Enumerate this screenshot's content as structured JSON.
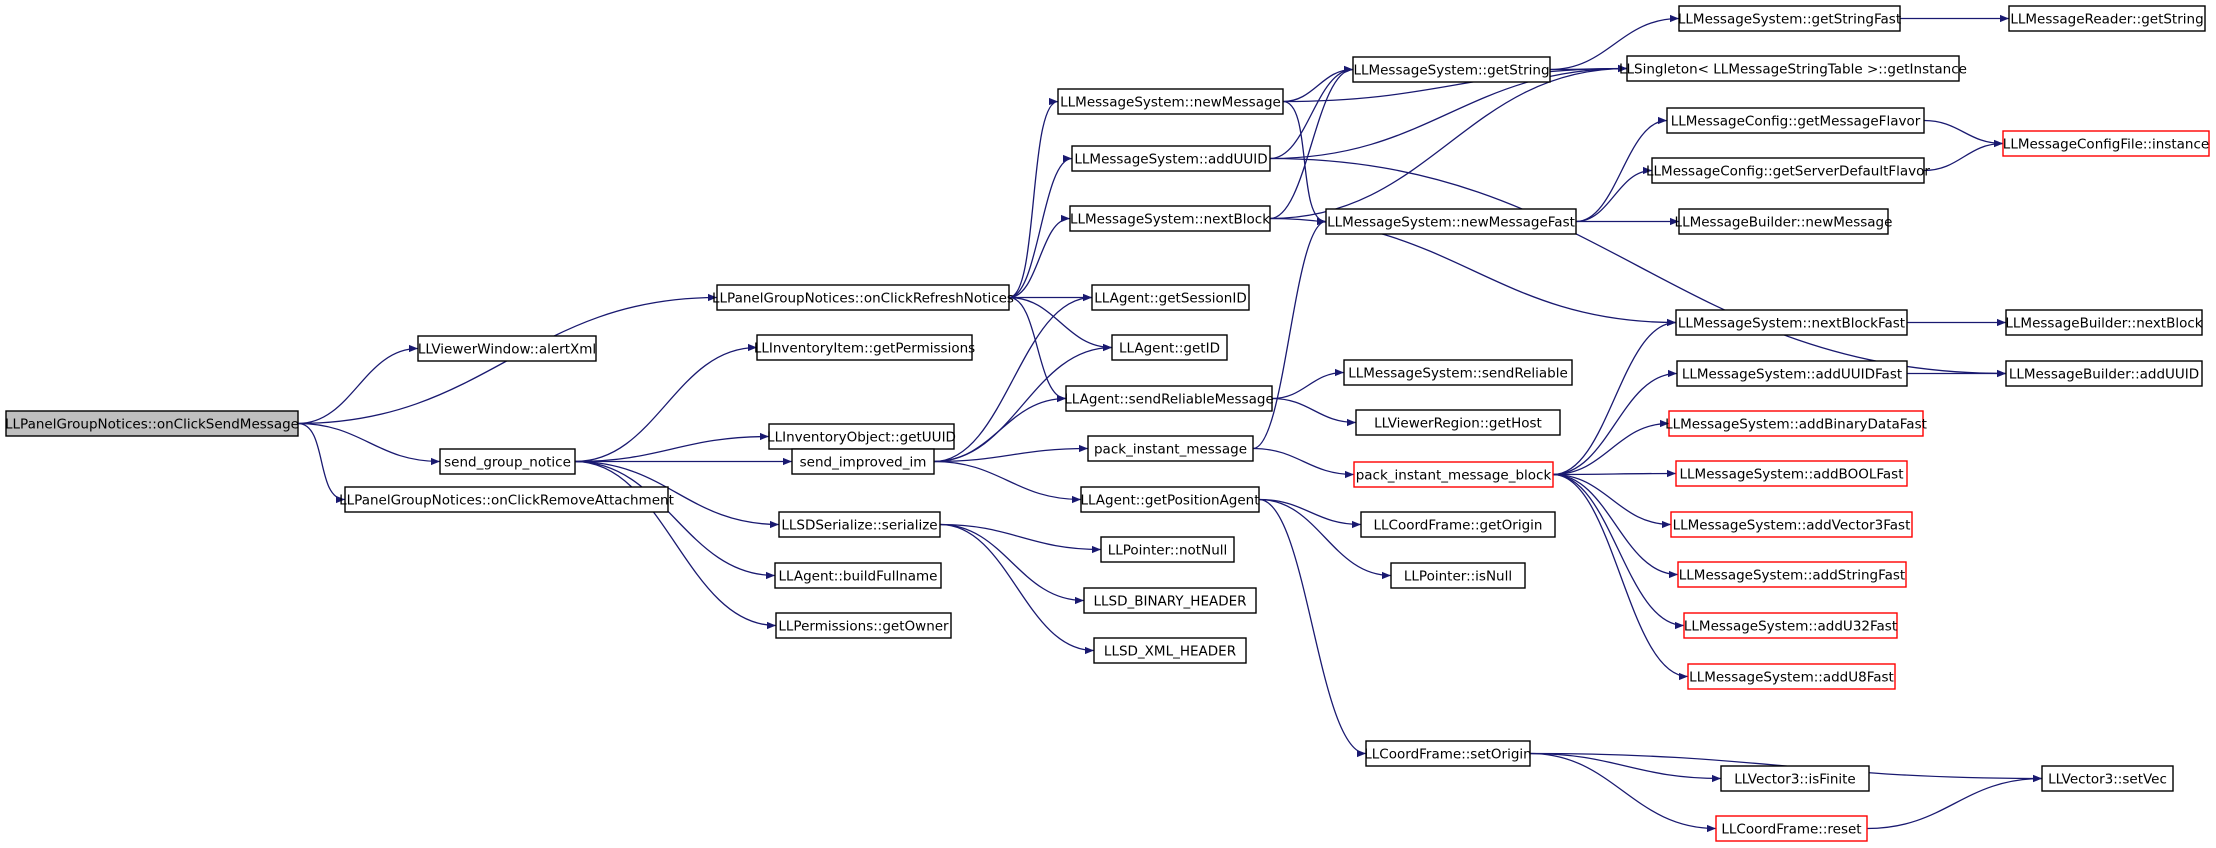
{
  "diagram": {
    "type": "call-graph",
    "colors": {
      "edge": "#191970",
      "root_fill": "#bfbfbf",
      "truncated_border": "#ff0000",
      "node_border": "#000000"
    },
    "nodes": [
      {
        "id": "root",
        "label": "LLPanelGroupNotices::onClickSendMessage",
        "root": true
      },
      {
        "id": "alertXml",
        "label": "LLViewerWindow::alertXml"
      },
      {
        "id": "refresh",
        "label": "LLPanelGroupNotices::onClickRefreshNotices"
      },
      {
        "id": "sgn",
        "label": "send_group_notice"
      },
      {
        "id": "removeAtt",
        "label": "LLPanelGroupNotices::onClickRemoveAttachment"
      },
      {
        "id": "getPerms",
        "label": "LLInventoryItem::getPermissions"
      },
      {
        "id": "getUUIDObj",
        "label": "LLInventoryObject::getUUID"
      },
      {
        "id": "sim",
        "label": "send_improved_im"
      },
      {
        "id": "serialize",
        "label": "LLSDSerialize::serialize"
      },
      {
        "id": "buildFullname",
        "label": "LLAgent::buildFullname"
      },
      {
        "id": "getOwner",
        "label": "LLPermissions::getOwner"
      },
      {
        "id": "newMessage",
        "label": "LLMessageSystem::newMessage"
      },
      {
        "id": "addUUID",
        "label": "LLMessageSystem::addUUID"
      },
      {
        "id": "nextBlock",
        "label": "LLMessageSystem::nextBlock"
      },
      {
        "id": "getSessionID",
        "label": "LLAgent::getSessionID"
      },
      {
        "id": "getID",
        "label": "LLAgent::getID"
      },
      {
        "id": "sendRel",
        "label": "LLAgent::sendReliableMessage"
      },
      {
        "id": "pim",
        "label": "pack_instant_message"
      },
      {
        "id": "getPosAgent",
        "label": "LLAgent::getPositionAgent"
      },
      {
        "id": "notNull",
        "label": "LLPointer::notNull"
      },
      {
        "id": "binHeader",
        "label": "LLSD_BINARY_HEADER"
      },
      {
        "id": "xmlHeader",
        "label": "LLSD_XML_HEADER"
      },
      {
        "id": "getString",
        "label": "LLMessageSystem::getString"
      },
      {
        "id": "nmFast",
        "label": "LLMessageSystem::newMessageFast"
      },
      {
        "id": "msSendRel",
        "label": "LLMessageSystem::sendReliable"
      },
      {
        "id": "getHost",
        "label": "LLViewerRegion::getHost"
      },
      {
        "id": "pimb",
        "label": "pack_instant_message_block",
        "truncated": true
      },
      {
        "id": "getOrigin",
        "label": "LLCoordFrame::getOrigin"
      },
      {
        "id": "isNull",
        "label": "LLPointer::isNull"
      },
      {
        "id": "setOrigin",
        "label": "LLCoordFrame::setOrigin"
      },
      {
        "id": "gsFast",
        "label": "LLMessageSystem::getStringFast"
      },
      {
        "id": "singleton",
        "label": "LLSingleton< LLMessageStringTable >::getInstance"
      },
      {
        "id": "gmFlavor",
        "label": "LLMessageConfig::getMessageFlavor"
      },
      {
        "id": "gsdFlavor",
        "label": "LLMessageConfig::getServerDefaultFlavor"
      },
      {
        "id": "mbNewMsg",
        "label": "LLMessageBuilder::newMessage"
      },
      {
        "id": "nbFast",
        "label": "LLMessageSystem::nextBlockFast"
      },
      {
        "id": "auFast",
        "label": "LLMessageSystem::addUUIDFast"
      },
      {
        "id": "abdFast",
        "label": "LLMessageSystem::addBinaryDataFast",
        "truncated": true
      },
      {
        "id": "aboolFast",
        "label": "LLMessageSystem::addBOOLFast",
        "truncated": true
      },
      {
        "id": "av3Fast",
        "label": "LLMessageSystem::addVector3Fast",
        "truncated": true
      },
      {
        "id": "asFast",
        "label": "LLMessageSystem::addStringFast",
        "truncated": true
      },
      {
        "id": "au32Fast",
        "label": "LLMessageSystem::addU32Fast",
        "truncated": true
      },
      {
        "id": "au8Fast",
        "label": "LLMessageSystem::addU8Fast",
        "truncated": true
      },
      {
        "id": "isFinite",
        "label": "LLVector3::isFinite"
      },
      {
        "id": "reset",
        "label": "LLCoordFrame::reset",
        "truncated": true
      },
      {
        "id": "readerGetString",
        "label": "LLMessageReader::getString"
      },
      {
        "id": "configInstance",
        "label": "LLMessageConfigFile::instance",
        "truncated": true
      },
      {
        "id": "mbNextBlock",
        "label": "LLMessageBuilder::nextBlock"
      },
      {
        "id": "mbAddUUID",
        "label": "LLMessageBuilder::addUUID"
      },
      {
        "id": "setVec",
        "label": "LLVector3::setVec"
      }
    ],
    "edges": [
      [
        "root",
        "alertXml"
      ],
      [
        "root",
        "refresh"
      ],
      [
        "root",
        "sgn"
      ],
      [
        "root",
        "removeAtt"
      ],
      [
        "sgn",
        "getPerms"
      ],
      [
        "sgn",
        "getUUIDObj"
      ],
      [
        "sgn",
        "sim"
      ],
      [
        "sgn",
        "serialize"
      ],
      [
        "sgn",
        "buildFullname"
      ],
      [
        "sgn",
        "getOwner"
      ],
      [
        "refresh",
        "newMessage"
      ],
      [
        "refresh",
        "addUUID"
      ],
      [
        "refresh",
        "nextBlock"
      ],
      [
        "refresh",
        "getSessionID"
      ],
      [
        "refresh",
        "getID"
      ],
      [
        "refresh",
        "sendRel"
      ],
      [
        "sim",
        "getSessionID"
      ],
      [
        "sim",
        "getID"
      ],
      [
        "sim",
        "sendRel"
      ],
      [
        "sim",
        "pim"
      ],
      [
        "sim",
        "getPosAgent"
      ],
      [
        "serialize",
        "notNull"
      ],
      [
        "serialize",
        "binHeader"
      ],
      [
        "serialize",
        "xmlHeader"
      ],
      [
        "newMessage",
        "getString"
      ],
      [
        "newMessage",
        "singleton"
      ],
      [
        "newMessage",
        "nmFast"
      ],
      [
        "addUUID",
        "getString"
      ],
      [
        "addUUID",
        "singleton"
      ],
      [
        "addUUID",
        "mbAddUUID"
      ],
      [
        "nextBlock",
        "getString"
      ],
      [
        "nextBlock",
        "singleton"
      ],
      [
        "nextBlock",
        "nbFast"
      ],
      [
        "sendRel",
        "msSendRel"
      ],
      [
        "sendRel",
        "getHost"
      ],
      [
        "pim",
        "nmFast"
      ],
      [
        "pim",
        "pimb"
      ],
      [
        "getPosAgent",
        "getOrigin"
      ],
      [
        "getPosAgent",
        "isNull"
      ],
      [
        "getPosAgent",
        "setOrigin"
      ],
      [
        "getString",
        "gsFast"
      ],
      [
        "getString",
        "singleton"
      ],
      [
        "gsFast",
        "readerGetString"
      ],
      [
        "nmFast",
        "gmFlavor"
      ],
      [
        "nmFast",
        "gsdFlavor"
      ],
      [
        "nmFast",
        "mbNewMsg"
      ],
      [
        "gmFlavor",
        "configInstance"
      ],
      [
        "gsdFlavor",
        "configInstance"
      ],
      [
        "pimb",
        "nbFast"
      ],
      [
        "pimb",
        "auFast"
      ],
      [
        "pimb",
        "abdFast"
      ],
      [
        "pimb",
        "aboolFast"
      ],
      [
        "pimb",
        "av3Fast"
      ],
      [
        "pimb",
        "asFast"
      ],
      [
        "pimb",
        "au32Fast"
      ],
      [
        "pimb",
        "au8Fast"
      ],
      [
        "nbFast",
        "mbNextBlock"
      ],
      [
        "auFast",
        "mbAddUUID"
      ],
      [
        "setOrigin",
        "isFinite"
      ],
      [
        "setOrigin",
        "reset"
      ],
      [
        "setOrigin",
        "setVec"
      ],
      [
        "reset",
        "setVec"
      ]
    ]
  }
}
